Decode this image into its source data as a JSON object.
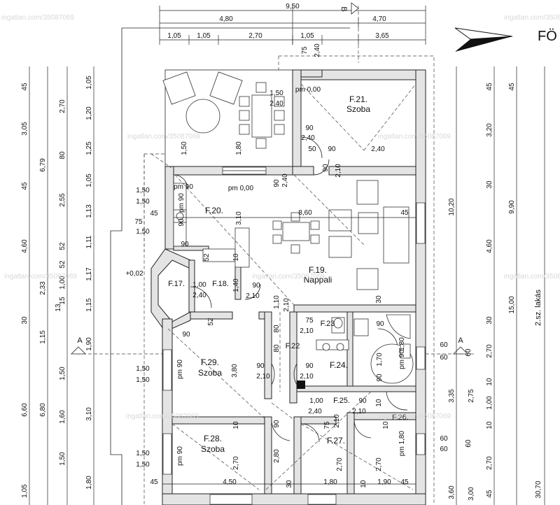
{
  "compass_label": "FÖ",
  "section_marks": {
    "b": "B",
    "a_left": "A",
    "a_right": "A"
  },
  "dims_top": {
    "d950": "9,50",
    "d480": "4,80",
    "d470": "4,70",
    "d105a": "1,05",
    "d105b": "1,05",
    "d270": "2,70",
    "d105c": "1,05",
    "d365": "3,65"
  },
  "dims_left_col1": [
    "45",
    "3,05",
    "45",
    "4,60",
    "2,33",
    "30",
    "1,15",
    "6,60",
    "1,05"
  ],
  "dims_left_col2": [
    "6,79",
    "13",
    "6,80"
  ],
  "dims_left_col3": [
    "2,70",
    "80",
    "2,55",
    "52",
    "52",
    "1,00",
    "15",
    "1,50",
    "1,60",
    "1,50"
  ],
  "dims_left_col4": [
    "1,05",
    "1,20",
    "1,25",
    "1,05",
    "1,13",
    "1,11",
    "1,17",
    "1,15",
    "1,90",
    "3,10",
    "1,80"
  ],
  "dims_right_col1": [
    "45",
    "3,20",
    "30",
    "4,60",
    "30",
    "2,70",
    "10",
    "1,00",
    "10",
    "2,70",
    "45"
  ],
  "dims_right_col2": [
    "45",
    "9,90",
    "15,00",
    "2,75",
    "3,00"
  ],
  "dims_right_col3": [
    "10,20",
    "3,35",
    "3,60"
  ],
  "dims_right_col4": [
    "2.sz. lakás",
    "30,70"
  ],
  "rooms": {
    "f21_code": "F.21.",
    "f21_name": "Szoba",
    "f20_code": "F.20.",
    "f19_code": "F.19.",
    "f19_name": "Nappali",
    "f17_code": "F.17.",
    "f18_code": "F.18.",
    "f29_code": "F.29.",
    "f29_name": "Szoba",
    "f28_code": "F.28.",
    "f28_name": "Szoba",
    "f22_code": "F.22",
    "f23_code": "F.23",
    "f24_code": "F.24.",
    "f25_code": "F.25.",
    "f26_code": "F.26.",
    "f27_code": "F.27."
  },
  "labels": {
    "pm000_top": "pm 0,00",
    "pm000_mid": "pm 0,00",
    "pm90_a": "pm 90",
    "pm90_b": "pm 90",
    "pm90_c": "pm 90",
    "pm90_d": "pm 90",
    "pm90_e": "pm 90",
    "pm180": "pm 1,80",
    "level": "+0,02",
    "d150_terrace": "1,50",
    "d240_terrace": "2,40",
    "d150_v": "1,50",
    "d180_v": "1,80",
    "d310_v": "3,10",
    "d75_top": "75",
    "d240_top": "2,40",
    "d90_r21": "90",
    "d240_r21": "2,40",
    "d50_r21": "50",
    "d90b_r21": "90",
    "d240b_r21": "2,40",
    "d210_r21": "2,10",
    "d90c_r21": "90",
    "d90_pm": "90",
    "d240_pm": "2,40",
    "d150_l1": "1,50",
    "d150_l2": "1,50",
    "d45_l": "45",
    "d75_l": "75",
    "d150_l3": "1,50",
    "d860": "8,60",
    "d45_r": "45",
    "d90_k1": "90",
    "d90_k2": "90",
    "d52_k": "52",
    "d10_k": "10",
    "d100_f17": "1,00",
    "d240_f17": "2,40",
    "d140": "1,40",
    "d90_f18": "90",
    "d210_f18": "2,10",
    "d110": "1,10",
    "d210_h": "2,10",
    "d30_h": "30",
    "d75_f23": "75",
    "d210_f23": "2,10",
    "d90_f23": "90",
    "d180_bath": "1,80",
    "d80_h": "80",
    "d80_h2": "80",
    "d90_f29": "90",
    "d52_f29": "52",
    "d380": "3,80",
    "d90_f29d": "90",
    "d210_f29d": "2,10",
    "d150_f29a": "1,50",
    "d150_f29b": "1,50",
    "d90_f24": "90",
    "d210_f24": "2,10",
    "d170_f24": "1,70",
    "d90_f24b": "90",
    "d60_a": "60",
    "d60_b": "60",
    "d60_c": "60",
    "d60_d": "60",
    "d60_e": "60",
    "d60_f": "60",
    "d100_f25": "1,00",
    "d240_f25": "2,40",
    "d90_f25": "90",
    "d210_f25": "2,10",
    "d10_f25": "10",
    "d90_f28d": "90",
    "d75_f27": "75",
    "d210_f27": "2,10",
    "d10_f26": "10",
    "d10_f28": "10",
    "d270_f28": "2,70",
    "d280": "2,80",
    "d270_f27": "2,70",
    "d270_f26": "2,70",
    "d150_f28a": "1,50",
    "d150_f28b": "1,50",
    "d45_bl": "45",
    "d450": "4,50",
    "d30_b": "30",
    "d180_b": "1,80",
    "d10_b": "10",
    "d190_b": "1,90",
    "d45_br": "45"
  },
  "watermarks": [
    "ingatlan.com/35087069",
    "ingatlan.com/35087069",
    "ingatlan.com/35087069",
    "ingatlan.com/35087069",
    "ingatlan.com/35087069",
    "ingatlan.com/35087069",
    "ingatlan.com/35087069",
    "ingatlan.com/35087069",
    "ingatlan.com/35087069"
  ]
}
